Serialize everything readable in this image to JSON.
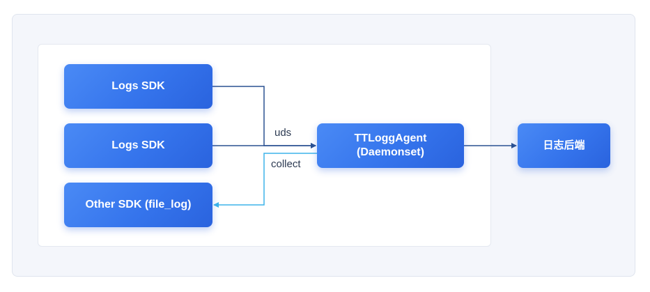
{
  "nodes": {
    "logs_sdk_1": "Logs SDK",
    "logs_sdk_2": "Logs SDK",
    "other_sdk": "Other SDK (file_log)",
    "agent_line1": "TTLoggAgent",
    "agent_line2": "(Daemonset)",
    "backend": "日志后端"
  },
  "edges": {
    "uds_label": "uds",
    "collect_label": "collect"
  },
  "colors": {
    "node_fill": "#3574ec",
    "uds_line": "#2a5191",
    "collect_line": "#3bb4ea",
    "outer_bg": "#f4f6fb"
  }
}
